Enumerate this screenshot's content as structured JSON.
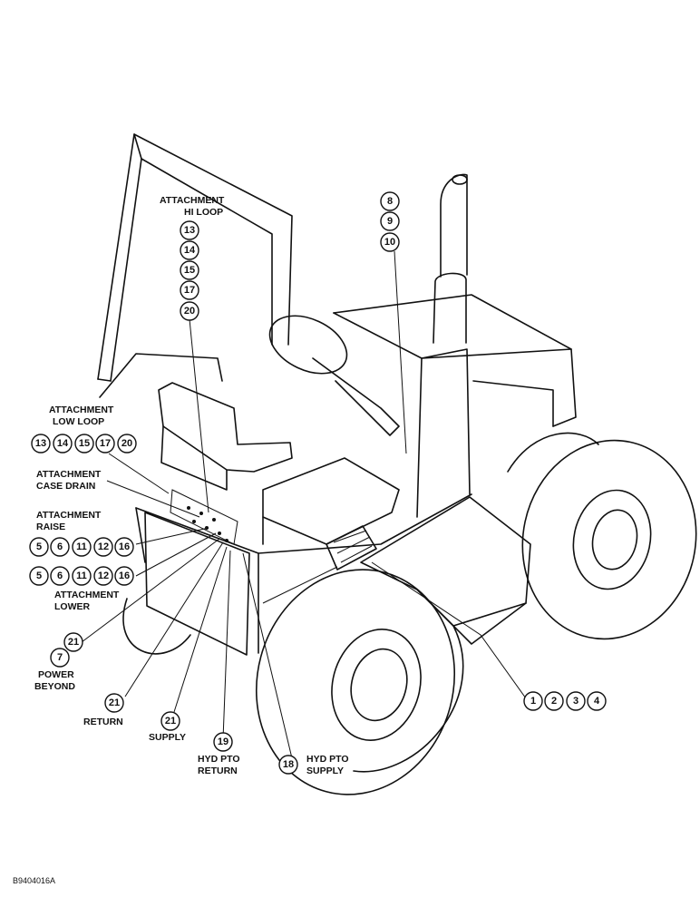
{
  "figure_id": "B9404016A",
  "labels": {
    "attachment_hi_loop": [
      "ATTACHMENT",
      "HI LOOP"
    ],
    "attachment_low_loop": [
      "ATTACHMENT",
      "LOW LOOP"
    ],
    "attachment_case_drain": [
      "ATTACHMENT",
      "CASE DRAIN"
    ],
    "attachment_raise": [
      "ATTACHMENT",
      "RAISE"
    ],
    "attachment_lower": [
      "ATTACHMENT",
      "LOWER"
    ],
    "power_beyond": [
      "POWER",
      "BEYOND"
    ],
    "return": [
      "RETURN"
    ],
    "supply": [
      "SUPPLY"
    ],
    "hyd_pto_return": [
      "HYD PTO",
      "RETURN"
    ],
    "hyd_pto_supply": [
      "HYD PTO",
      "SUPPLY"
    ]
  },
  "callouts": {
    "hi_loop": [
      "13",
      "14",
      "15",
      "17",
      "20"
    ],
    "exhaust": [
      "8",
      "9",
      "10"
    ],
    "low_loop": [
      "13",
      "14",
      "15",
      "17",
      "20"
    ],
    "raise": [
      "5",
      "6",
      "11",
      "12",
      "16"
    ],
    "lower": [
      "5",
      "6",
      "11",
      "12",
      "16"
    ],
    "power_beyond": [
      "21",
      "7"
    ],
    "return": "21",
    "supply": "21",
    "hyd_pto_return": "19",
    "hyd_pto_supply": "18",
    "valve": [
      "1",
      "2",
      "3",
      "4"
    ]
  }
}
